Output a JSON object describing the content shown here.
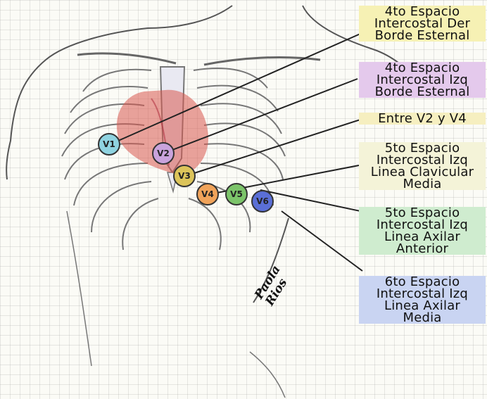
{
  "electrodes": [
    {
      "id": "V1",
      "color": "#8fd3e0"
    },
    {
      "id": "V2",
      "color": "#c9a3dc"
    },
    {
      "id": "V3",
      "color": "#dcc45a"
    },
    {
      "id": "V4",
      "color": "#f0a35a"
    },
    {
      "id": "V5",
      "color": "#7cc46a"
    },
    {
      "id": "V6",
      "color": "#5a6fd6"
    }
  ],
  "labels": [
    {
      "lines": [
        "4to Espacio",
        "Intercostal Der",
        "Borde Esternal"
      ],
      "highlight": "#f6f1b4"
    },
    {
      "lines": [
        "4to Espacio",
        "Intercostal Izq",
        "Borde Esternal"
      ],
      "highlight": "#e4c9ec"
    },
    {
      "lines": [
        "Entre V2 y V4"
      ],
      "highlight": "#f6efc0"
    },
    {
      "lines": [
        "5to Espacio",
        "Intercostal Izq",
        "Linea Clavicular",
        "Media"
      ],
      "highlight": "#f4f3d8"
    },
    {
      "lines": [
        "5to Espacio",
        "Intercostal Izq",
        "Linea Axilar",
        "Anterior"
      ],
      "highlight": "#cfeccf"
    },
    {
      "lines": [
        "6to Espacio",
        "Intercostal Izq",
        "Linea Axilar",
        "Media"
      ],
      "highlight": "#c9d4f2"
    }
  ],
  "signature": {
    "line1": "Paola",
    "line2": "Rios"
  }
}
